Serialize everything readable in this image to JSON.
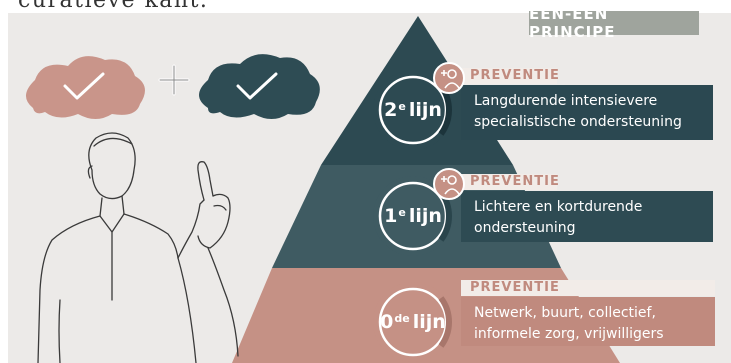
{
  "caption": "curatieve kant.",
  "principle_badge": "ÉÉN-ÉÉN PRINCIPE",
  "plus_sign": "+",
  "icons": {
    "left_cloud": "check-cloud-icon",
    "right_cloud": "check-cloud-icon",
    "person": "person-pointing-up-icon",
    "prevention": "person-plus-icon"
  },
  "levels": [
    {
      "name": "2",
      "suffix": "e",
      "word": "lijn",
      "prevention": "PREVENTIE",
      "lines": [
        "Langdurende intensievere",
        "specialistische ondersteuning"
      ]
    },
    {
      "name": "1",
      "suffix": "e",
      "word": "lijn",
      "prevention": "PREVENTIE",
      "lines": [
        "Lichtere en kortdurende",
        "ondersteuning"
      ]
    },
    {
      "name": "0",
      "suffix": "de",
      "word": "lijn",
      "prevention": "PREVENTIE",
      "lines": [
        "Netwerk, buurt, collectief,",
        "informele zorg, vrijwilligers"
      ]
    }
  ],
  "colors": {
    "background": "#eceae8",
    "level2": "#2d4a52",
    "level1": "#3f5b62",
    "level0": "#c59185",
    "cloud_rose": "#c9958a",
    "cloud_dark": "#2e4c54",
    "badge": "#9fa49d"
  }
}
